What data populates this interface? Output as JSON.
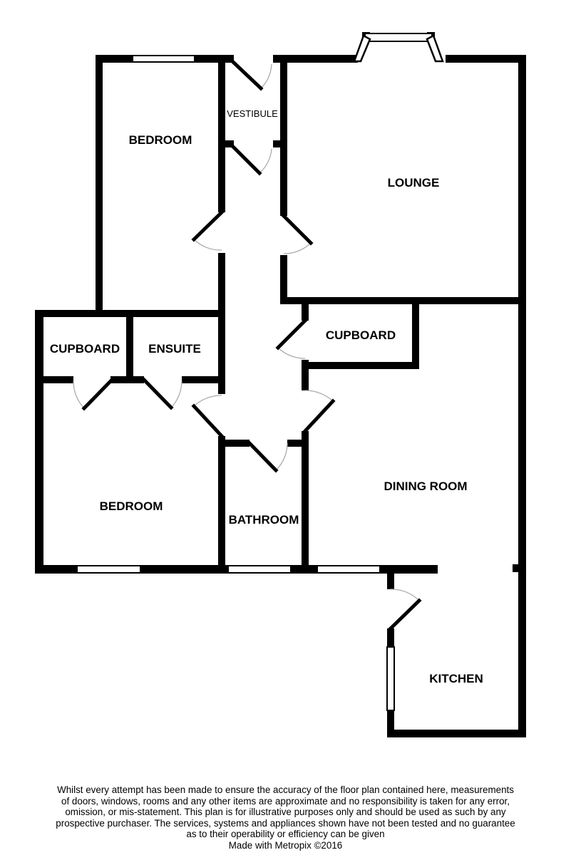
{
  "colors": {
    "wall": "#000000",
    "background": "#ffffff",
    "door_arc": "#aaaaaa",
    "text": "#000000"
  },
  "rooms": {
    "bedroom1": {
      "label": "BEDROOM"
    },
    "vestibule": {
      "label": "VESTIBULE"
    },
    "lounge": {
      "label": "LOUNGE"
    },
    "cupboard1": {
      "label": "CUPBOARD"
    },
    "ensuite": {
      "label": "ENSUITE"
    },
    "cupboard2": {
      "label": "CUPBOARD"
    },
    "bedroom2": {
      "label": "BEDROOM"
    },
    "bathroom": {
      "label": "BATHROOM"
    },
    "dining_room": {
      "label": "DINING ROOM"
    },
    "kitchen": {
      "label": "KITCHEN"
    }
  },
  "disclaimer": {
    "lines": [
      "Whilst every attempt has been made to ensure the accuracy of the floor plan contained here, measurements",
      "of doors, windows, rooms and any other items are approximate and no responsibility is taken for any error,",
      "omission, or mis-statement. This plan is for illustrative purposes only and should be used as such by any",
      "prospective purchaser. The services, systems and appliances shown have not been tested and no guarantee",
      "as to their operability or efficiency can be given"
    ]
  },
  "credit": "Made with Metropix ©2016"
}
